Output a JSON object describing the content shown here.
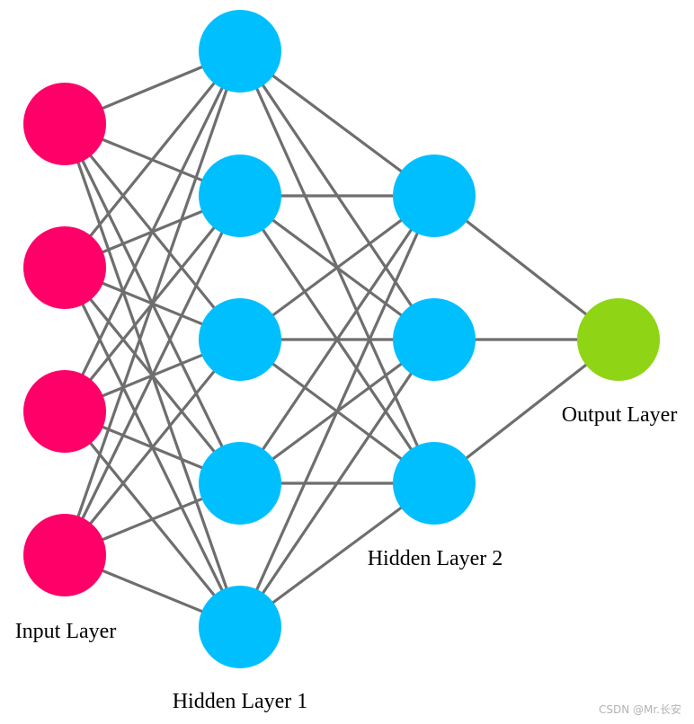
{
  "colors": {
    "edge": "#6e6e6e",
    "input_node": "#ff0069",
    "hidden_node": "#00bfff",
    "output_node": "#8fd415",
    "label": "#000000"
  },
  "layers": [
    {
      "id": "input",
      "label": "Input Layer",
      "size": 4,
      "color_key": "input_node"
    },
    {
      "id": "hidden1",
      "label": "Hidden Layer 1",
      "size": 5,
      "color_key": "hidden_node"
    },
    {
      "id": "hidden2",
      "label": "Hidden Layer 2",
      "size": 3,
      "color_key": "hidden_node"
    },
    {
      "id": "output",
      "label": "Output Layer",
      "size": 1,
      "color_key": "output_node"
    }
  ],
  "connectivity": "fully-connected",
  "watermark": "CSDN @Mr.长安"
}
